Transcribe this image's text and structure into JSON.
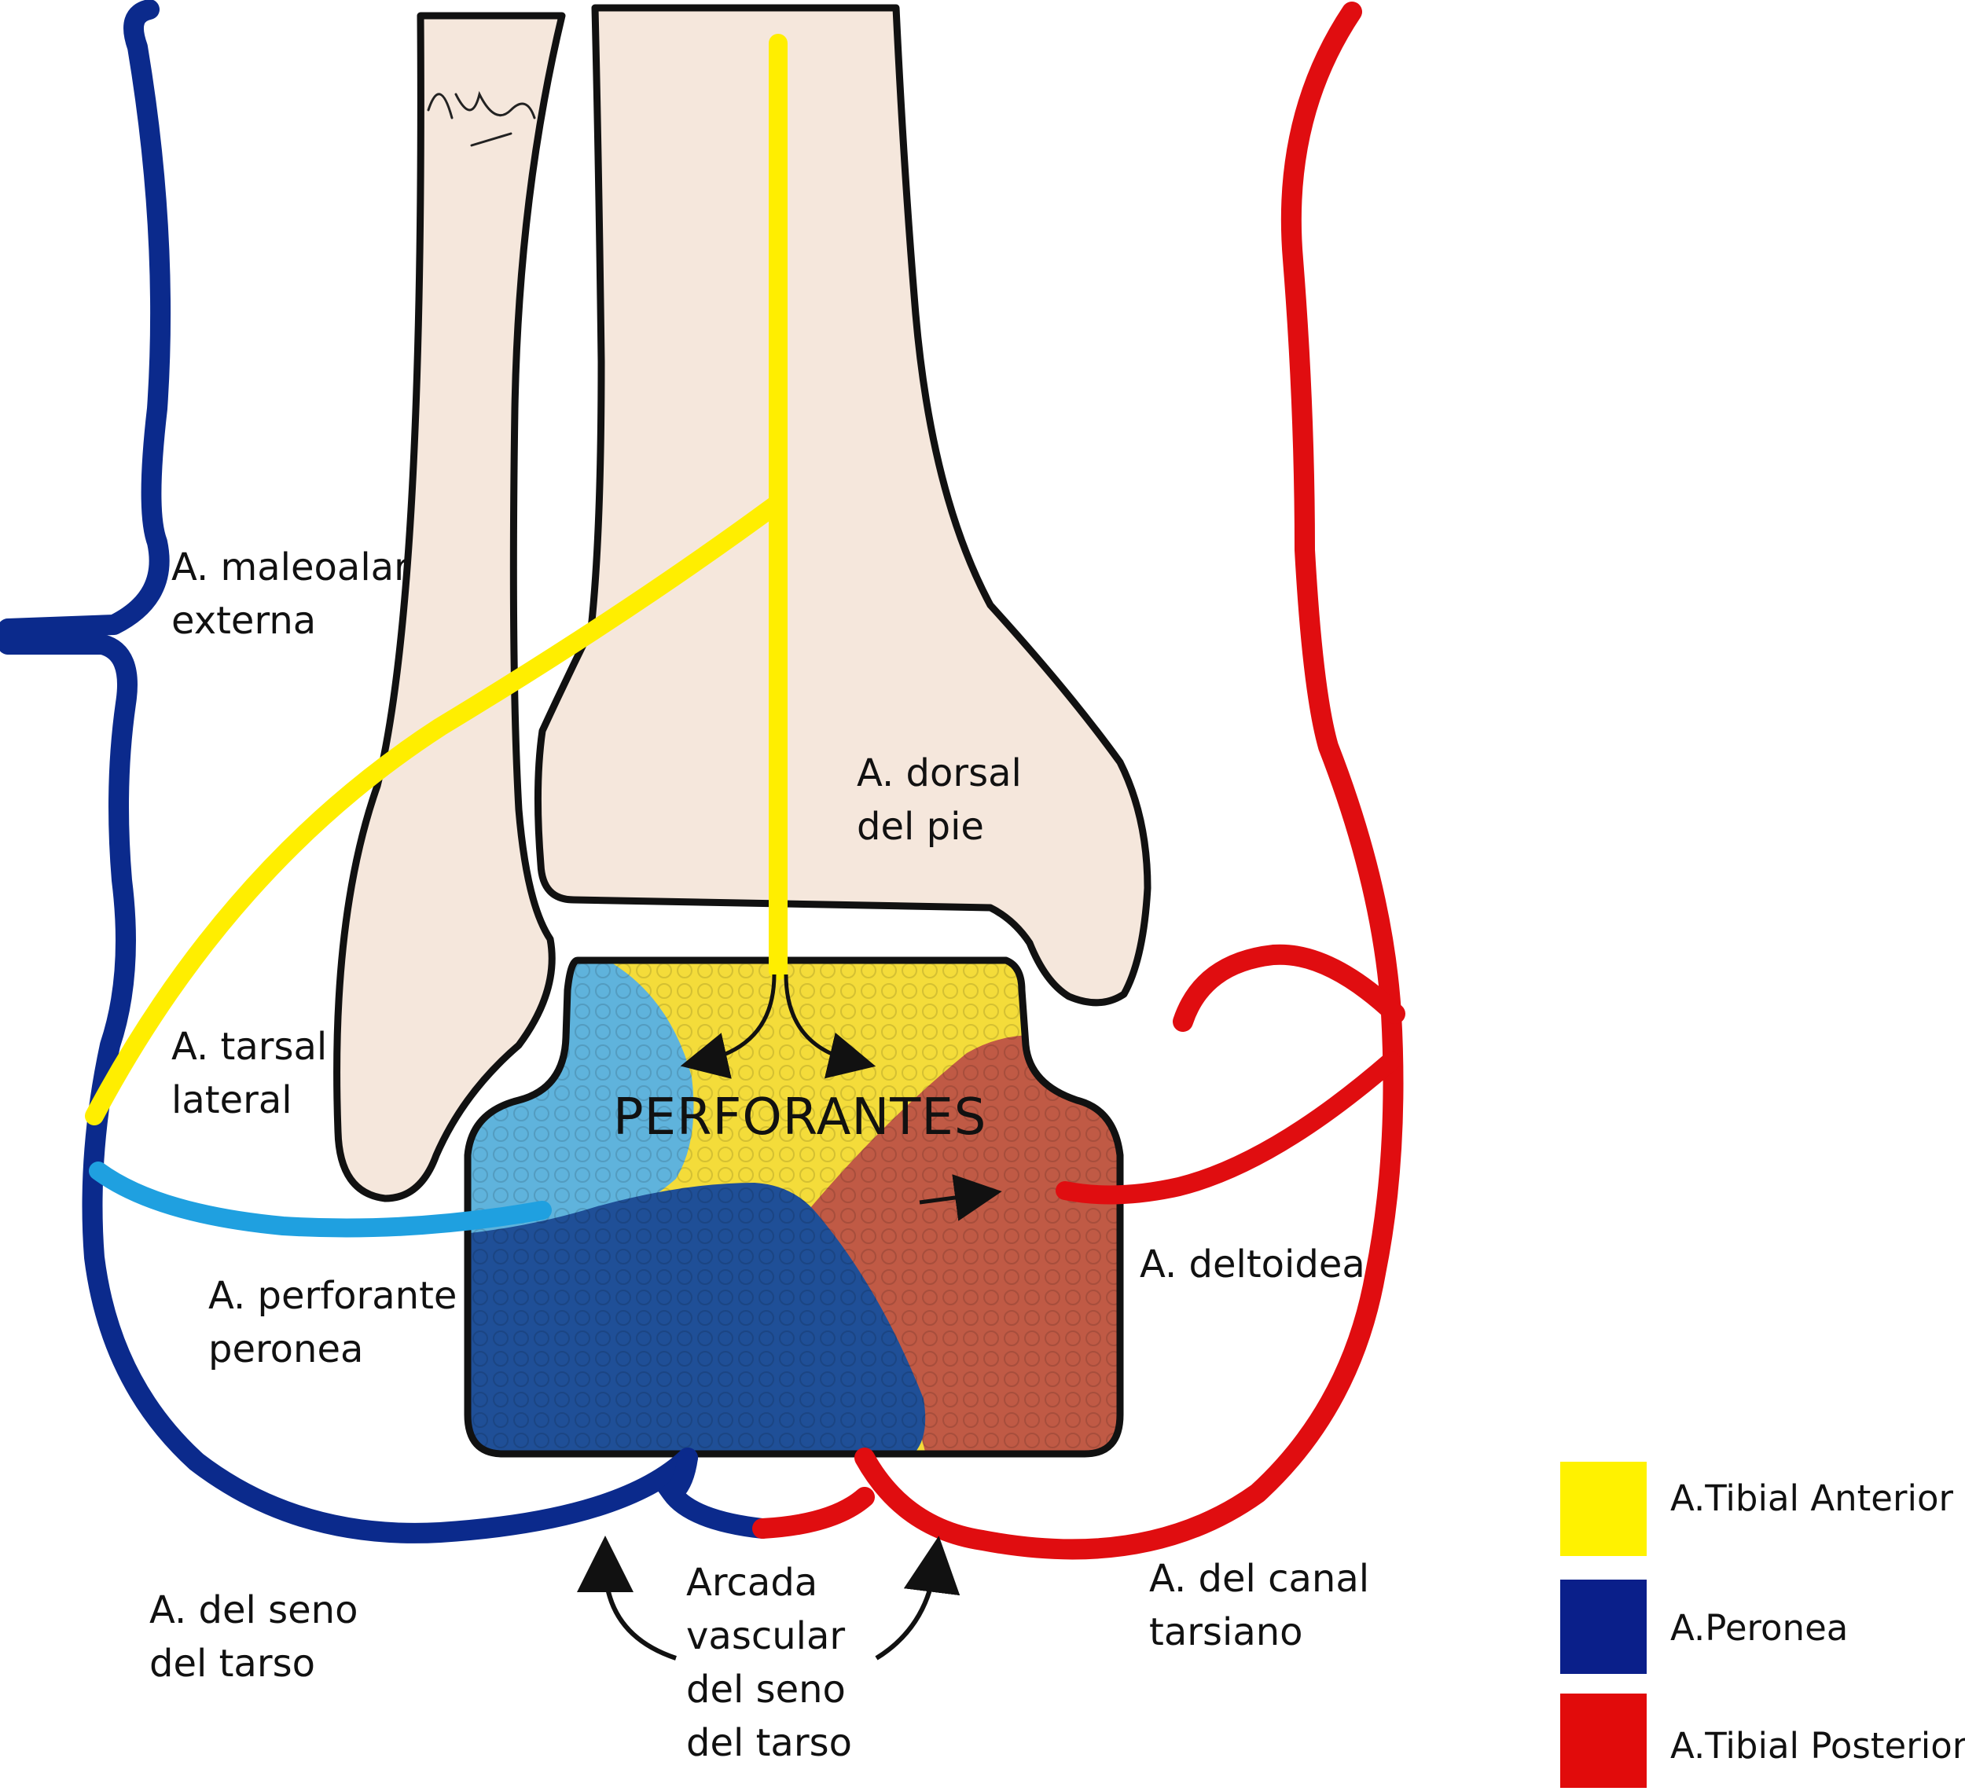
{
  "labels": {
    "maleolar": [
      "A. maleoalar",
      "externa"
    ],
    "dorsal": [
      "A. dorsal",
      "del pie"
    ],
    "tarsal": [
      "A. tarsal",
      "lateral"
    ],
    "perforante_peronea": [
      "A. perforante",
      "peronea"
    ],
    "deltoidea": [
      "A. deltoidea"
    ],
    "seno_tarso": [
      "A. del seno",
      "del tarso"
    ],
    "canal_tarsiano": [
      "A. del canal",
      "tarsiano"
    ],
    "arcada": [
      "Arcada",
      "vascular",
      "del seno",
      "del tarso"
    ],
    "perforantes": "PERFORANTES"
  },
  "legend": [
    {
      "label": "A.Tibial Anterior",
      "color": "#fff200"
    },
    {
      "label": "A.Peronea",
      "color": "#0a1f8a"
    },
    {
      "label": "A.Tibial Posterior",
      "color": "#e10b0b"
    }
  ],
  "colors": {
    "bone": "#f5e7dc",
    "peronea": "#0b2a8c",
    "perforante_peronea": "#1fa0e0",
    "tibial_anterior": "#ffee00",
    "tibial_posterior": "#e00d10",
    "talus_yellow": "#f4dc3a",
    "talus_blue": "#1f4f97",
    "talus_lightblue": "#5fb3dc",
    "talus_red": "#c05a45"
  }
}
